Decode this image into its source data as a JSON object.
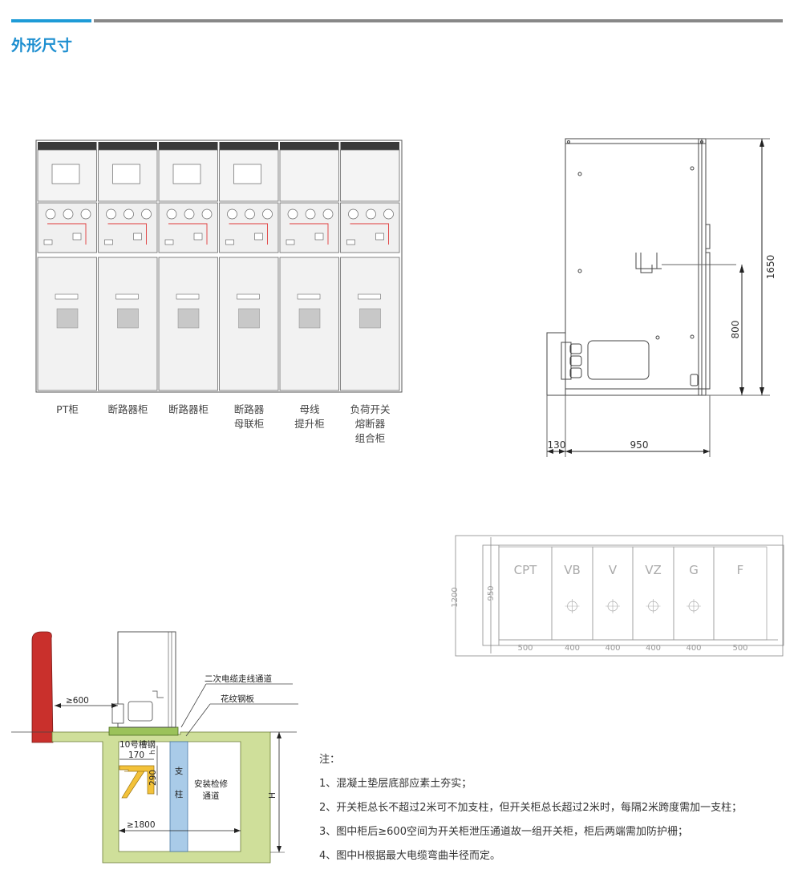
{
  "header": {
    "title": "外形尺寸",
    "accent_color": "#1e9bd7"
  },
  "front_view": {
    "cabinets": [
      {
        "label_lines": [
          "PT柜"
        ]
      },
      {
        "label_lines": [
          "断路器柜"
        ]
      },
      {
        "label_lines": [
          "断路器柜"
        ]
      },
      {
        "label_lines": [
          "断路器",
          "母联柜"
        ]
      },
      {
        "label_lines": [
          "母线",
          "提升柜"
        ]
      },
      {
        "label_lines": [
          "负荷开关",
          "熔断器",
          "组合柜"
        ]
      }
    ]
  },
  "side_view": {
    "height_total": "1650",
    "height_mid": "800",
    "depth_rear": "130",
    "depth_main": "950"
  },
  "plan_view": {
    "units": [
      {
        "code": "CPT",
        "width": "500"
      },
      {
        "code": "VB",
        "width": "400"
      },
      {
        "code": "V",
        "width": "400"
      },
      {
        "code": "VZ",
        "width": "400"
      },
      {
        "code": "G",
        "width": "400"
      },
      {
        "code": "F",
        "width": "500"
      }
    ],
    "depth_outer": "1200",
    "depth_inner": "950"
  },
  "installation": {
    "rear_clearance": "≥600",
    "label_cable_channel": "二次电缆走线通道",
    "label_steel_plate": "花纹钢板",
    "label_channel_steel": "10号槽钢",
    "dim_h_small": "h",
    "dim_170": "170",
    "dim_290": "290",
    "pillar_text": [
      "支",
      "柱"
    ],
    "maintenance_text": [
      "安装检修",
      "通道"
    ],
    "dim_width": "≥1800",
    "dim_H": "H",
    "colors": {
      "wall": "#c9302c",
      "concrete": "#cfdf9a",
      "pillar": "#a9cbe8",
      "bracket": "#f3c23a"
    }
  },
  "notes": {
    "heading": "注：",
    "items": [
      "1、混凝土垫层底部应素土夯实；",
      "2、开关柜总长不超过2米可不加支柱，但开关柜总长超过2米时，每隔2米跨度需加一支柱；",
      "3、图中柜后≥600空间为开关柜泄压通道故一组开关柜，柜后两端需加防护栅；",
      "4、图中H根据最大电缆弯曲半径而定。"
    ]
  }
}
